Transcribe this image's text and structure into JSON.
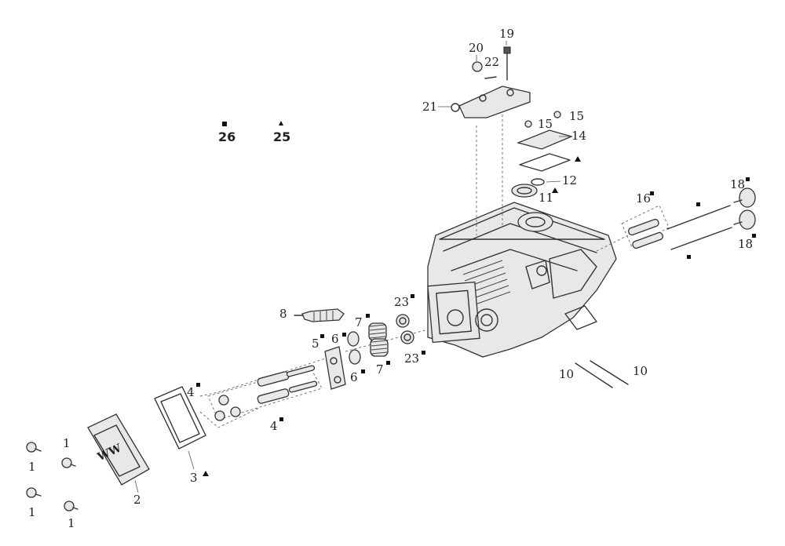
{
  "callouts": {
    "p1": "1",
    "p2": "2",
    "p3": "3",
    "p4": "4",
    "p5": "5",
    "p6": "6",
    "p7": "7",
    "p8": "8",
    "p10": "10",
    "p11": "11",
    "p12": "12",
    "p14": "14",
    "p15": "15",
    "p16": "16",
    "p18": "18",
    "p19": "19",
    "p20": "20",
    "p21": "21",
    "p22": "22",
    "p23": "23",
    "p25": "25",
    "p26": "26"
  },
  "cover_marking": "WW"
}
